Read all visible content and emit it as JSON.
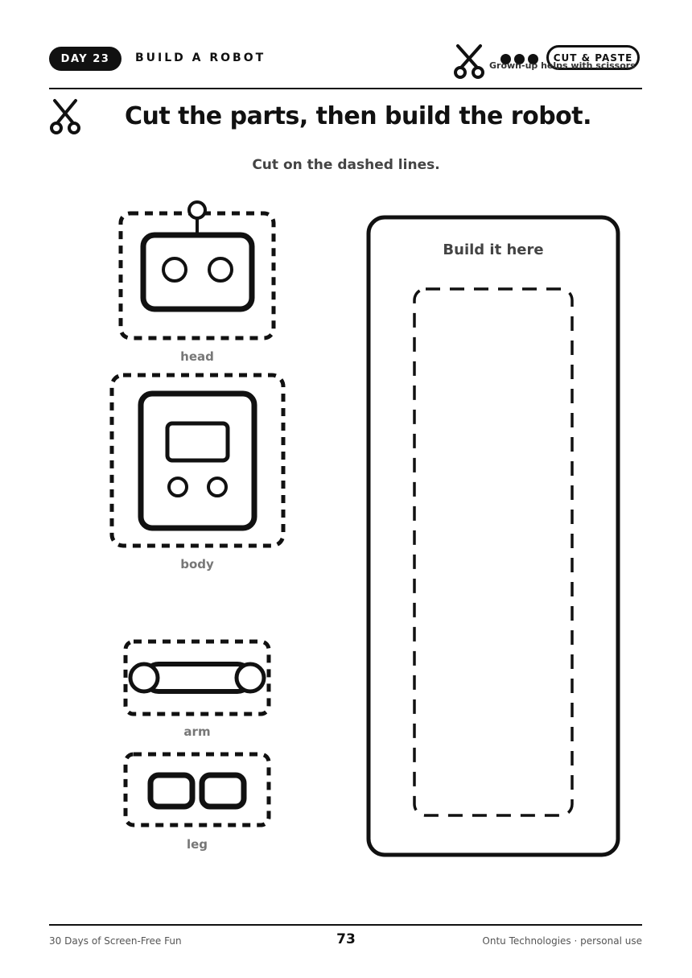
{
  "header": {
    "day_label": "DAY 23",
    "activity_title": "BUILD A ROBOT",
    "badge_label": "CUT & PASTE",
    "helper_note": "Grown-up helps with scissors",
    "difficulty_dots": 3
  },
  "main": {
    "title": "Cut the parts, then build the robot.",
    "subtitle": "Cut on the dashed lines."
  },
  "parts": [
    {
      "label": "head",
      "icon": "robot-head-icon"
    },
    {
      "label": "body",
      "icon": "robot-body-icon"
    },
    {
      "label": "arm",
      "icon": "robot-arm-icon"
    },
    {
      "label": "leg",
      "icon": "robot-leg-icon"
    }
  ],
  "build_area": {
    "label": "Build it here"
  },
  "footer": {
    "left": "30 Days of Screen-Free Fun",
    "page_number": "73",
    "right": "Ontu Technologies · personal use"
  },
  "colors": {
    "ink": "#111111",
    "muted_label": "#777777",
    "subtitle": "#444444"
  }
}
